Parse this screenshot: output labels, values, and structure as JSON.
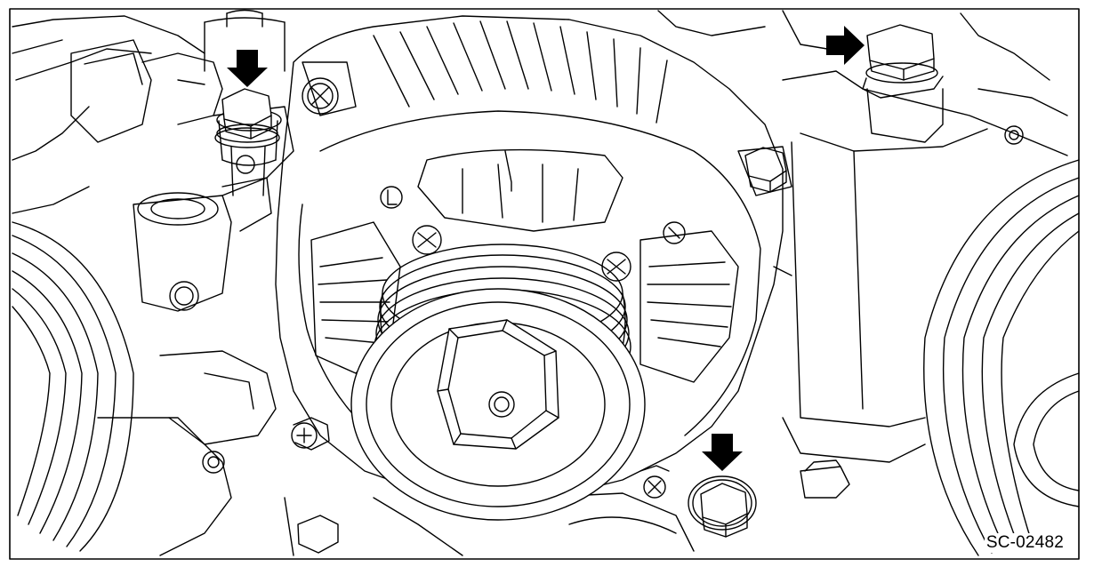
{
  "figure": {
    "code": "SC-02482",
    "line_color": "#000000",
    "background_color": "#ffffff",
    "arrows": [
      {
        "name": "arrow-upper-left-bolt",
        "direction": "down"
      },
      {
        "name": "arrow-upper-right-bolt",
        "direction": "right"
      },
      {
        "name": "arrow-lower-bolt",
        "direction": "down"
      }
    ],
    "icons": [
      "alternator-icon",
      "pulley-icon",
      "bolt-icon",
      "arrow-icon"
    ]
  }
}
